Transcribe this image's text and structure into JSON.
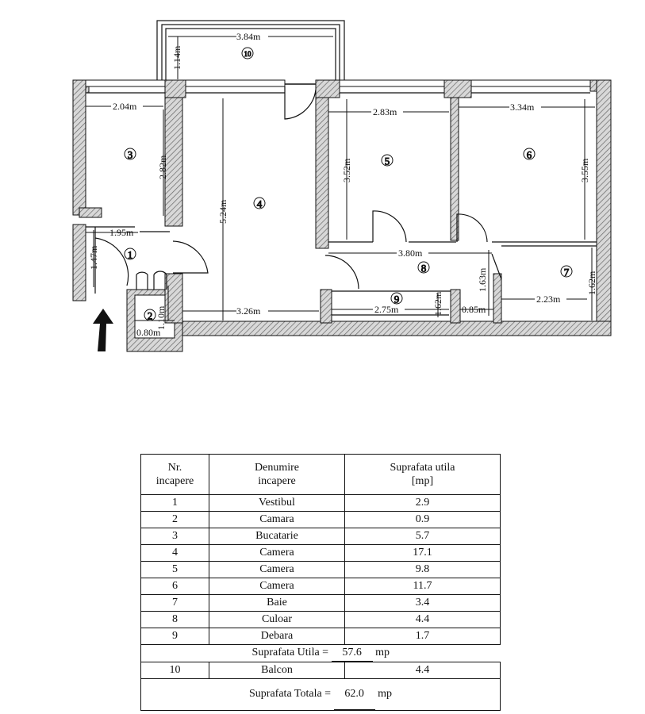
{
  "rooms_plan": [
    {
      "no": "1"
    },
    {
      "no": "2"
    },
    {
      "no": "3"
    },
    {
      "no": "4"
    },
    {
      "no": "5"
    },
    {
      "no": "6"
    },
    {
      "no": "7"
    },
    {
      "no": "8"
    },
    {
      "no": "9"
    },
    {
      "no": "10"
    }
  ],
  "dimensions": {
    "d384": "3.84m",
    "d114": "1.14m",
    "d204": "2.04m",
    "d282": "2.82m",
    "d195": "1.95m",
    "d147": "1.47m",
    "d524": "5.24m",
    "d283": "2.83m",
    "d352": "3.52m",
    "d334": "3.34m",
    "d355": "3.55m",
    "d380": "3.80m",
    "d163": "1.63m",
    "d162a": "1.62m",
    "d223": "2.23m",
    "d326": "3.26m",
    "d110": "1.10m",
    "d080": "0.80m",
    "d275": "2.75m",
    "d162b": "1.62m",
    "d085": "0.85m"
  },
  "table": {
    "headers": [
      "Nr.\nincapere",
      "Denumire\nincapere",
      "Suprafata utila\n[mp]"
    ],
    "rows": [
      {
        "nr": "1",
        "name": "Vestibul",
        "area": "2.9"
      },
      {
        "nr": "2",
        "name": "Camara",
        "area": "0.9"
      },
      {
        "nr": "3",
        "name": "Bucatarie",
        "area": "5.7"
      },
      {
        "nr": "4",
        "name": "Camera",
        "area": "17.1"
      },
      {
        "nr": "5",
        "name": "Camera",
        "area": "9.8"
      },
      {
        "nr": "6",
        "name": "Camera",
        "area": "11.7"
      },
      {
        "nr": "7",
        "name": "Baie",
        "area": "3.4"
      },
      {
        "nr": "8",
        "name": "Culoar",
        "area": "4.4"
      },
      {
        "nr": "9",
        "name": "Debara",
        "area": "1.7"
      }
    ],
    "utila_label": "Suprafata Utila =",
    "utila_value": "57.6",
    "utila_unit": "mp",
    "balcon": {
      "nr": "10",
      "name": "Balcon",
      "area": "4.4"
    },
    "totala_label": "Suprafata Totala =",
    "totala_value": "62.0",
    "totala_unit": "mp"
  },
  "colors": {
    "wall_hatch": "#777777",
    "line": "#111111",
    "background": "#ffffff"
  }
}
